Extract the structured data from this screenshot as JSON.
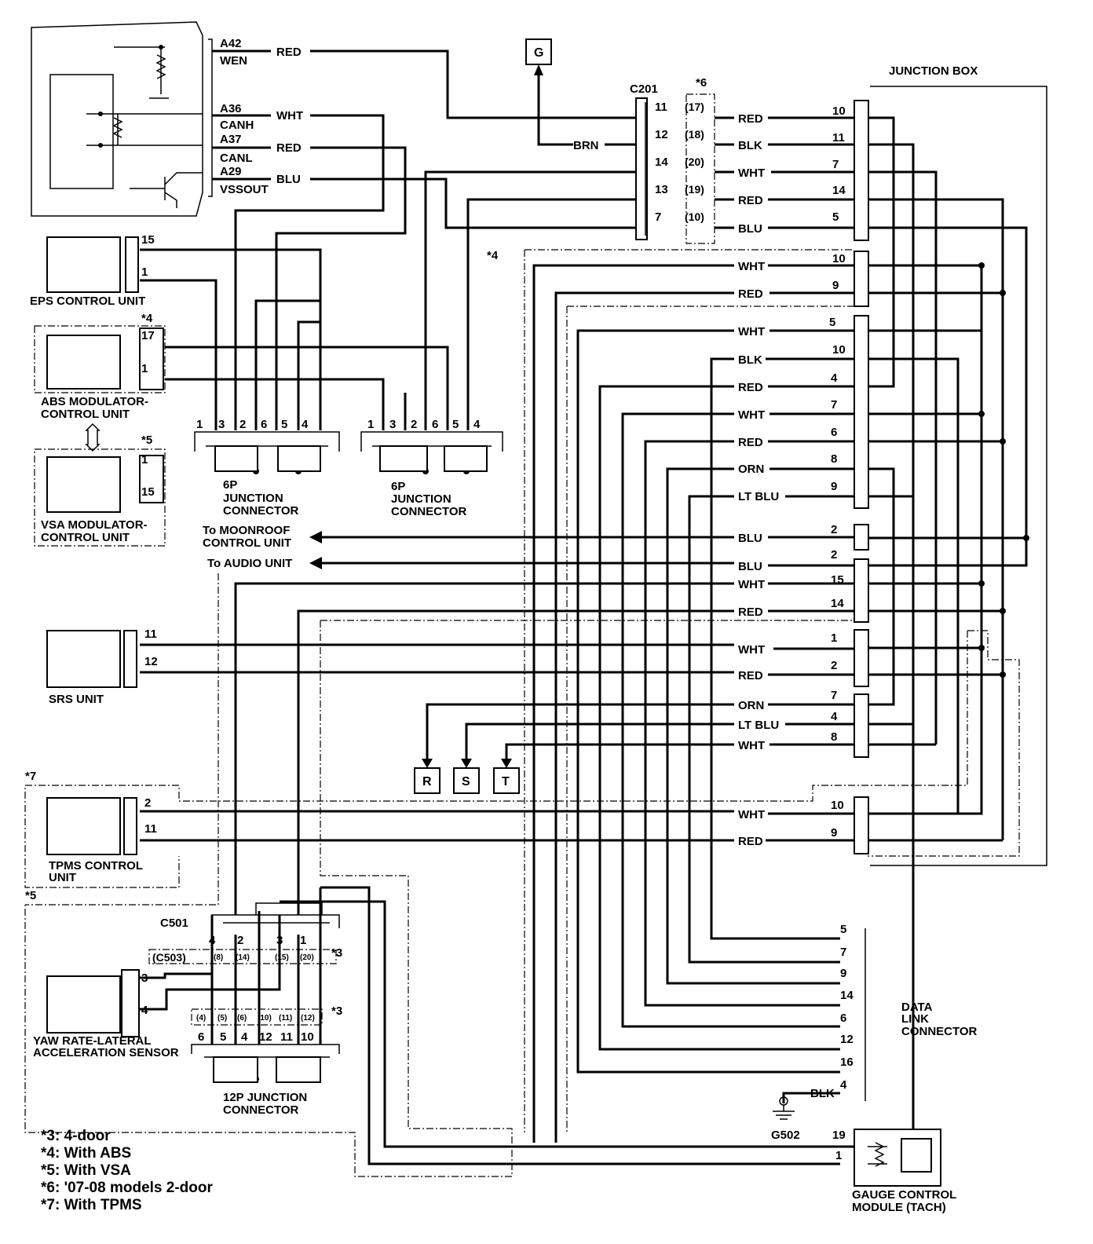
{
  "ecm": {
    "pins": [
      "A42",
      "WEN",
      "A36",
      "CANH",
      "A37",
      "CANL",
      "A29",
      "VSSOUT"
    ],
    "wires": [
      "RED",
      "WHT",
      "RED",
      "BLU"
    ]
  },
  "g_terminal": "G",
  "brn": "BRN",
  "c201": {
    "label": "C201",
    "note": "*6",
    "pins": [
      "11",
      "12",
      "14",
      "13",
      "7"
    ],
    "alt": [
      "(17)",
      "(18)",
      "(20)",
      "(19)",
      "(10)"
    ],
    "wires": [
      "RED",
      "BLK",
      "WHT",
      "RED",
      "BLU"
    ]
  },
  "junction_box": {
    "label": "JUNCTION BOX",
    "rows": [
      {
        "wire": "RED",
        "pin": "10"
      },
      {
        "wire": "BLK",
        "pin": "11"
      },
      {
        "wire": "WHT",
        "pin": "7"
      },
      {
        "wire": "RED",
        "pin": "14"
      },
      {
        "wire": "BLU",
        "pin": "5"
      },
      {
        "wire": "WHT",
        "pin": "10"
      },
      {
        "wire": "RED",
        "pin": "9"
      },
      {
        "wire": "WHT",
        "pin": "5"
      },
      {
        "wire": "BLK",
        "pin": "10"
      },
      {
        "wire": "RED",
        "pin": "4"
      },
      {
        "wire": "WHT",
        "pin": "7"
      },
      {
        "wire": "RED",
        "pin": "6"
      },
      {
        "wire": "ORN",
        "pin": "8"
      },
      {
        "wire": "LT BLU",
        "pin": "9"
      },
      {
        "wire": "BLU",
        "pin": "2"
      },
      {
        "wire": "BLU",
        "pin": "2"
      },
      {
        "wire": "WHT",
        "pin": "15"
      },
      {
        "wire": "RED",
        "pin": "14"
      },
      {
        "wire": "WHT",
        "pin": "1"
      },
      {
        "wire": "RED",
        "pin": "2"
      },
      {
        "wire": "ORN",
        "pin": "7"
      },
      {
        "wire": "LT BLU",
        "pin": "4"
      },
      {
        "wire": "WHT",
        "pin": "8"
      },
      {
        "wire": "WHT",
        "pin": "10"
      },
      {
        "wire": "RED",
        "pin": "9"
      }
    ]
  },
  "star4_mid": "*4",
  "eps": {
    "label": "EPS CONTROL UNIT",
    "pins": [
      "15",
      "1"
    ]
  },
  "abs": {
    "note": "*4",
    "label1": "ABS MODULATOR-",
    "label2": "CONTROL UNIT",
    "pins": [
      "17",
      "1"
    ]
  },
  "vsa": {
    "note": "*5",
    "label1": "VSA MODULATOR-",
    "label2": "CONTROL UNIT",
    "pins": [
      "1",
      "15"
    ]
  },
  "jc6p_a": {
    "pins": [
      "1",
      "3",
      "2",
      "6",
      "5",
      "4"
    ],
    "l1": "6P",
    "l2": "JUNCTION",
    "l3": "CONNECTOR"
  },
  "jc6p_b": {
    "pins": [
      "1",
      "3",
      "2",
      "6",
      "5",
      "4"
    ],
    "l1": "6P",
    "l2": "JUNCTION",
    "l3": "CONNECTOR"
  },
  "moonroof": {
    "l1": "To MOONROOF",
    "l2": "CONTROL UNIT"
  },
  "audio": "To AUDIO UNIT",
  "srs": {
    "label": "SRS UNIT",
    "pins": [
      "11",
      "12"
    ]
  },
  "terminals": [
    "R",
    "S",
    "T"
  ],
  "tpms": {
    "note": "*7",
    "l1": "TPMS CONTROL",
    "l2": "UNIT",
    "pins": [
      "2",
      "11"
    ]
  },
  "star5_low": "*5",
  "c501": {
    "label": "C501",
    "pins": [
      "4",
      "2",
      "3",
      "1"
    ],
    "c503": "(C503)",
    "alt": [
      "(8)",
      "(14)",
      "(15)",
      "(20)"
    ],
    "note": "*3"
  },
  "yaw": {
    "l1": "YAW RATE-LATERAL",
    "l2": "ACCELERATION SENSOR",
    "pins": [
      "3",
      "4"
    ]
  },
  "jc12p": {
    "alt": [
      "(4)",
      "(5)",
      "(6)",
      "(10)",
      "(11)",
      "(12)"
    ],
    "note": "*3",
    "pins": [
      "6",
      "5",
      "4",
      "12",
      "11",
      "10"
    ],
    "l1": "12P JUNCTION",
    "l2": "CONNECTOR"
  },
  "dlc": {
    "l1": "DATA",
    "l2": "LINK",
    "l3": "CONNECTOR",
    "pins": [
      "5",
      "7",
      "9",
      "14",
      "6",
      "12",
      "16",
      "4"
    ]
  },
  "ground": {
    "wire": "BLK",
    "label": "G502"
  },
  "gauge": {
    "l1": "GAUGE CONTROL",
    "l2": "MODULE (TACH)",
    "pins": [
      "19",
      "1"
    ]
  },
  "notes": [
    "*3: 4-door",
    "*4: With ABS",
    "*5: With VSA",
    "*6: '07-08 models 2-door",
    "*7: With TPMS"
  ]
}
